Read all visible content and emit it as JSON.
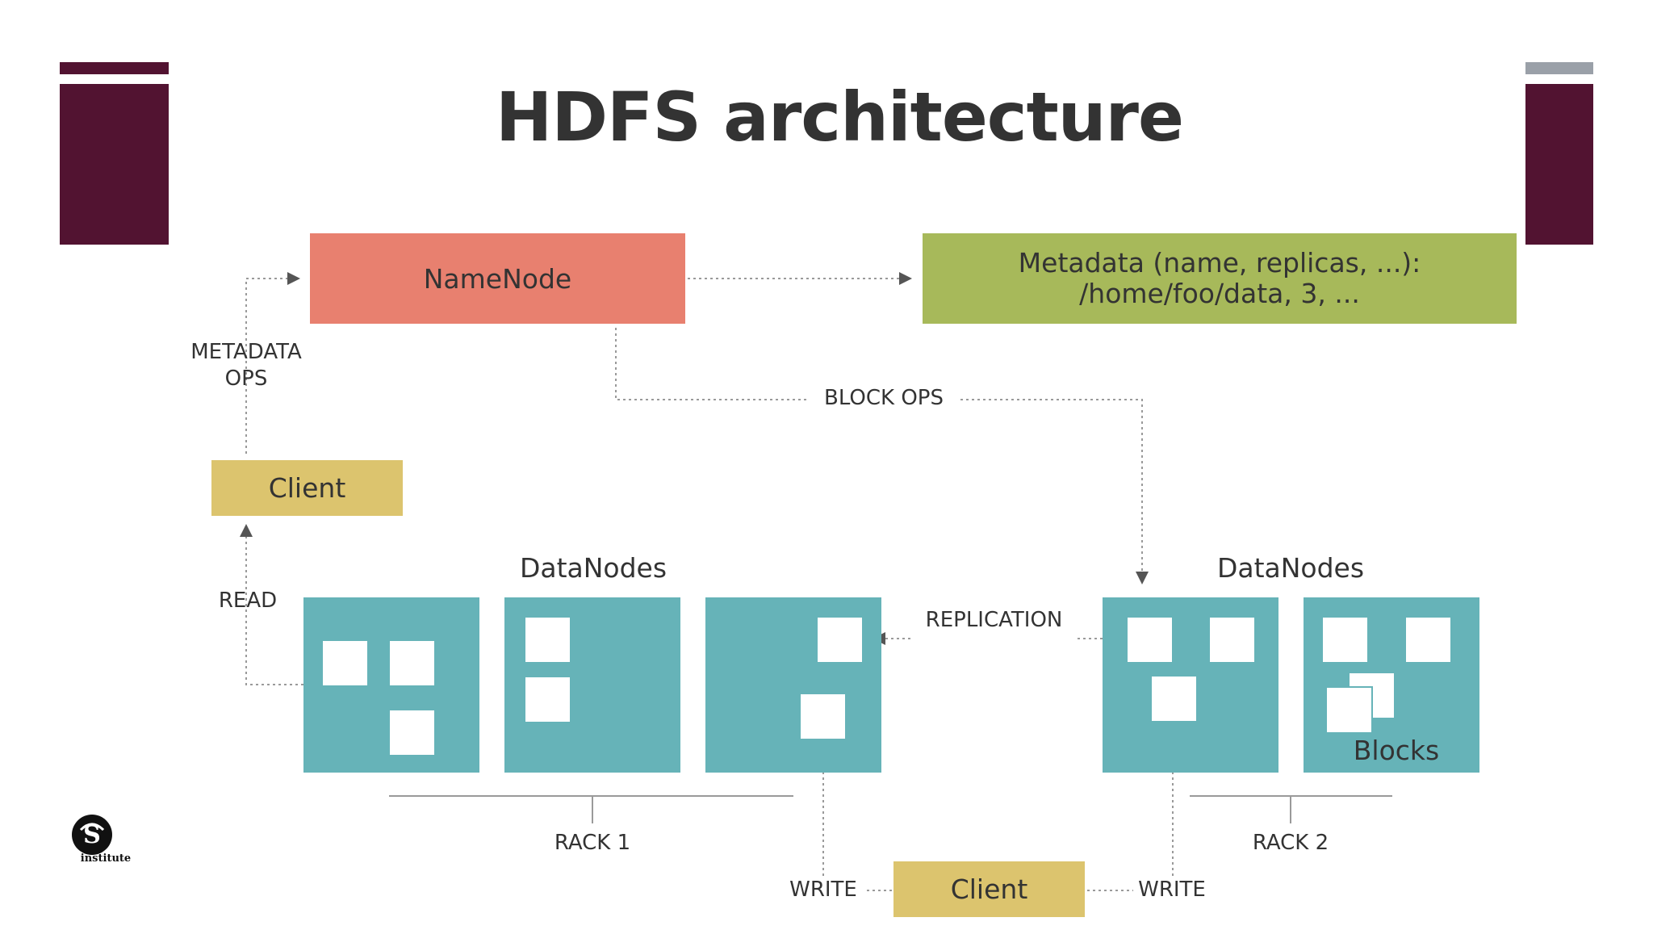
{
  "title": "HDFS architecture",
  "namenode": {
    "label": "NameNode"
  },
  "metadata": {
    "line1": "Metadata (name, replicas, ...):",
    "line2": "/home/foo/data, 3, ..."
  },
  "client_top": {
    "label": "Client"
  },
  "client_bottom": {
    "label": "Client"
  },
  "labels": {
    "metadata_ops_1": "METADATA",
    "metadata_ops_2": "OPS",
    "block_ops": "BLOCK OPS",
    "read": "READ",
    "replication": "REPLICATION",
    "datanodes_left": "DataNodes",
    "datanodes_right": "DataNodes",
    "blocks": "Blocks",
    "rack1": "RACK 1",
    "rack2": "RACK 2",
    "write_left": "WRITE",
    "write_right": "WRITE"
  },
  "logo": {
    "text": "institute",
    "icon": "sb-logo-icon"
  },
  "colors": {
    "namenode": "#e8806f",
    "metadata": "#a7b95a",
    "client": "#dcc46e",
    "datanode": "#66b3b8",
    "accent_bar": "#521331"
  }
}
